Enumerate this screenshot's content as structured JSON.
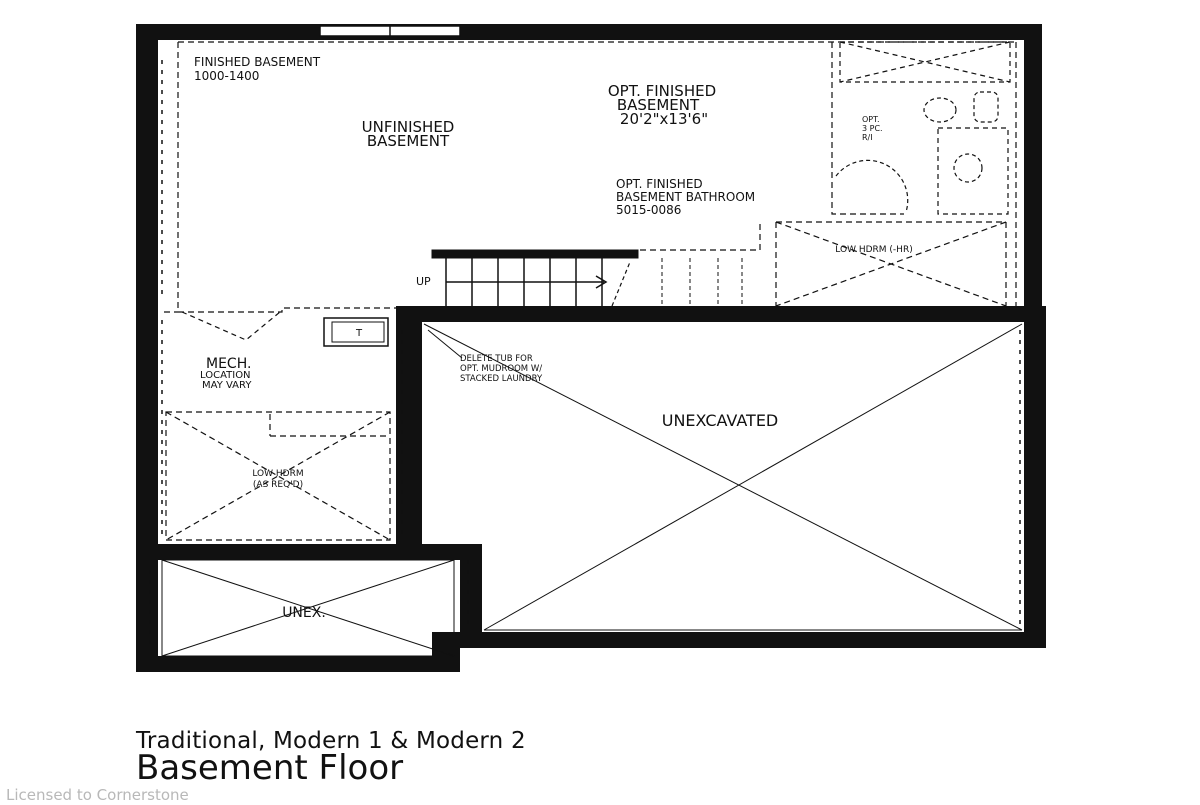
{
  "labels": {
    "finished_basement_line1": "FINISHED BASEMENT",
    "finished_basement_line2": "1000-1400",
    "unfinished_line1": "UNFINISHED",
    "unfinished_line2": "BASEMENT",
    "opt_finished_line1": "OPT. FINISHED",
    "opt_finished_line2": "BASEMENT",
    "opt_finished_dims": "20'2\"x13'6\"",
    "opt_bathroom_line1": "OPT. FINISHED",
    "opt_bathroom_line2": "BASEMENT BATHROOM",
    "opt_bathroom_line3": "5015-0086",
    "opt_3pc_line1": "OPT.",
    "opt_3pc_line2": "3 PC.",
    "opt_3pc_line3": "R/I",
    "low_hdrm_hr": "LOW HDRM (-HR)",
    "up": "UP",
    "tub_symbol": "T",
    "mech_line1": "MECH.",
    "mech_line2": "LOCATION",
    "mech_line3": "MAY VARY",
    "delete_tub_line1": "DELETE TUB FOR",
    "delete_tub_line2": "OPT. MUDROOM W/",
    "delete_tub_line3": "STACKED LAUNDRY",
    "unexcavated": "UNEXCAVATED",
    "low_hdrm_line1": "LOW HDRM",
    "low_hdrm_line2": "(AS REQ'D)",
    "unex": "UNEX."
  },
  "caption": {
    "subtitle": "Traditional, Modern 1 & Modern 2",
    "title": "Basement Floor"
  },
  "watermark": "Licensed to Cornerstone",
  "colors": {
    "wall": "#111111",
    "background": "#ffffff",
    "watermark": "#b8b8b8"
  }
}
